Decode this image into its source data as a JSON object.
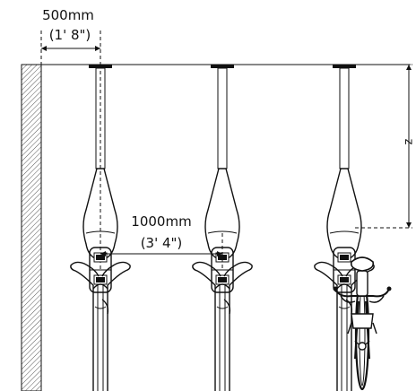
{
  "dimensions": {
    "wall_offset": {
      "metric": "500mm",
      "imperial": "(1' 8\")"
    },
    "spacing": {
      "metric": "1000mm",
      "imperial": "(3' 4\")"
    },
    "height_marker": "z"
  },
  "colors": {
    "ink": "#111111",
    "hatch": "#444444",
    "background": "#ffffff"
  }
}
